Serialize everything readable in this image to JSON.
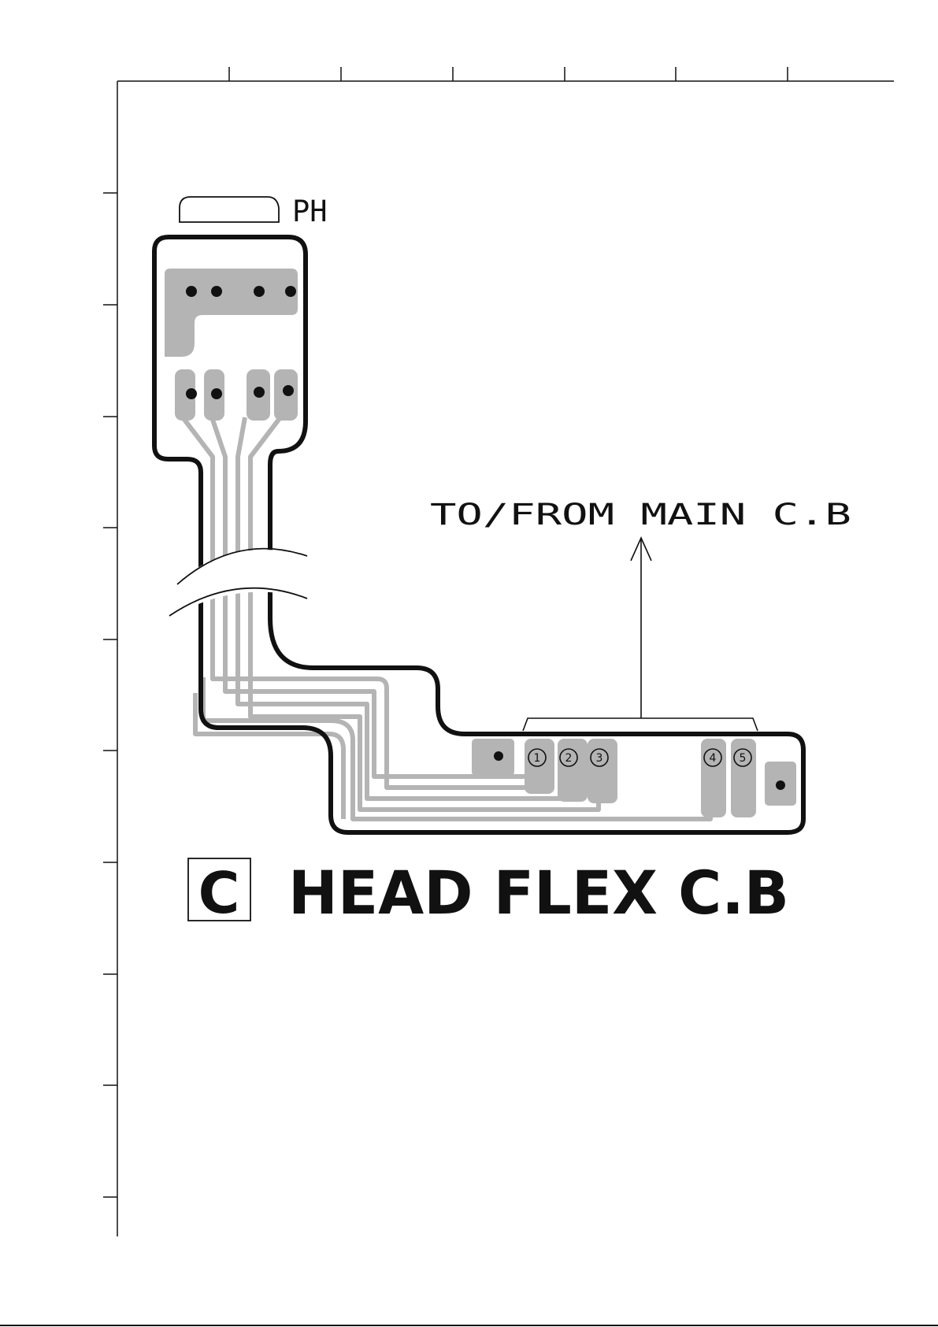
{
  "labels": {
    "pickup": "PH",
    "connection": "TO/FROM MAIN C.B",
    "board_letter": "C",
    "board_title": "HEAD FLEX C.B"
  },
  "pins": [
    "1",
    "2",
    "3",
    "4",
    "5"
  ],
  "colors": {
    "ink": "#111111",
    "copper": "#b4b4b4",
    "paper": "#ffffff"
  }
}
